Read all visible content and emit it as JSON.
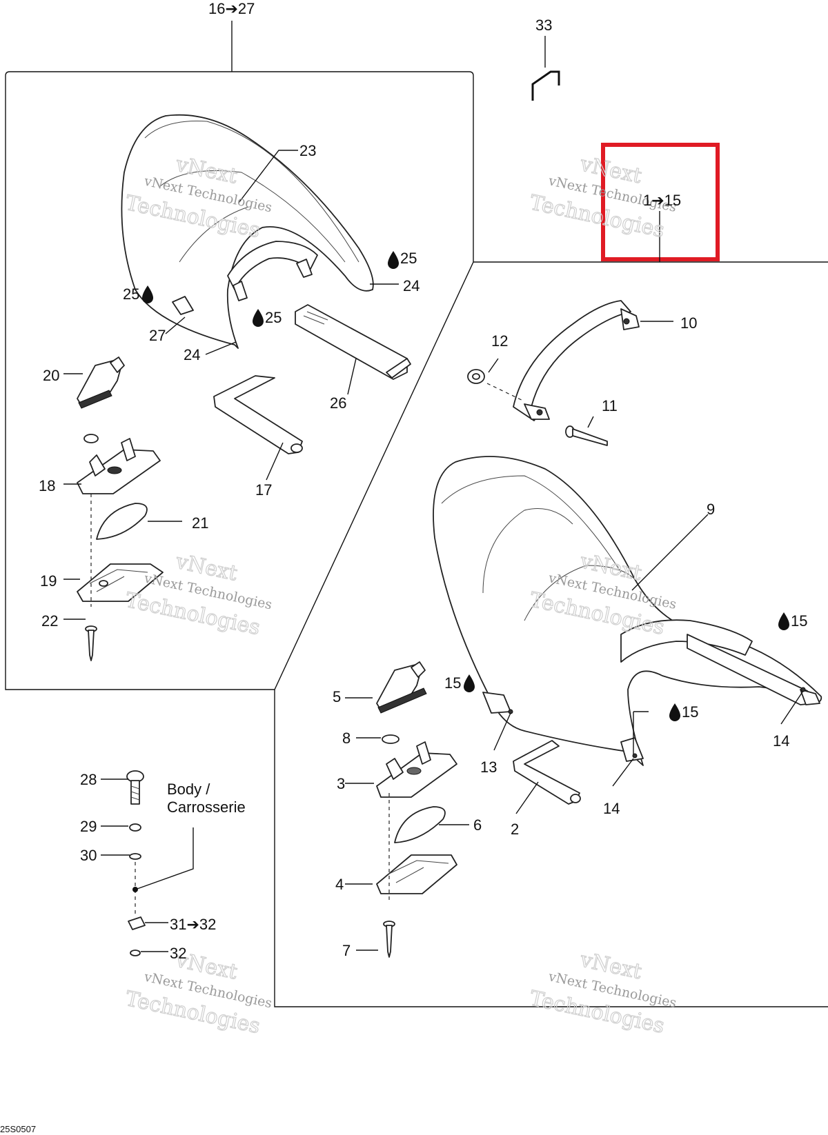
{
  "labels": {
    "p16_27": "16➔27",
    "p33": "33",
    "p1_15": "1➔15",
    "p23": "23",
    "p25a": "25",
    "p24a": "24",
    "p25b": "25",
    "p25c": "25",
    "p27": "27",
    "p24b": "24",
    "p20": "20",
    "p26": "26",
    "p17": "17",
    "p18": "18",
    "p21": "21",
    "p19": "19",
    "p22": "22",
    "p10": "10",
    "p12": "12",
    "p11": "11",
    "p9": "9",
    "p15a": "15",
    "p15b": "15",
    "p15c": "15",
    "p14a": "14",
    "p14b": "14",
    "p13": "13",
    "p5": "5",
    "p8": "8",
    "p3": "3",
    "p6": "6",
    "p2": "2",
    "p4": "4",
    "p7": "7",
    "p28": "28",
    "p29": "29",
    "p30": "30",
    "p31_32": "31➔32",
    "p32": "32",
    "body_line1": "Body /",
    "body_line2": "Carrosserie",
    "drawing_code": "25S0507"
  },
  "watermark": {
    "line1": "vNext Technologies",
    "line2": "Technologies",
    "line3": "vNext"
  },
  "colors": {
    "highlight": "#e01b24",
    "ink": "#111111",
    "watermark": "#9a9a9a"
  }
}
